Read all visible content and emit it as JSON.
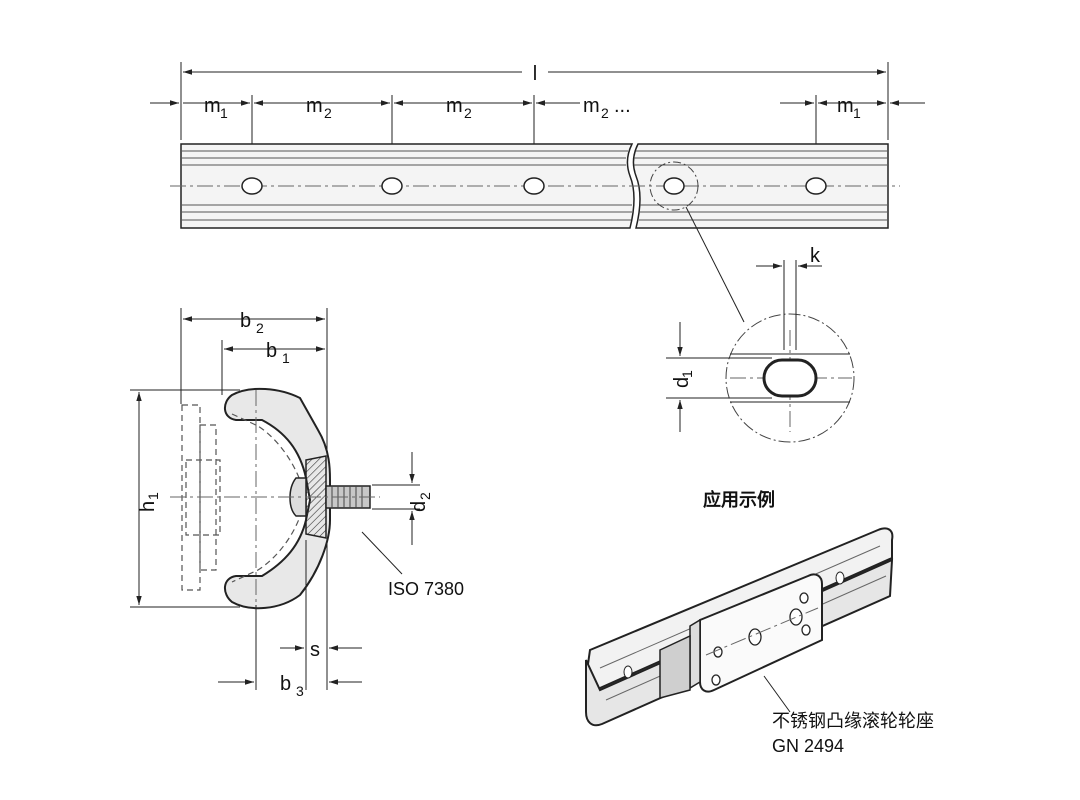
{
  "labels": {
    "l": "l",
    "m1_left": "m",
    "m1_left_sub": "1",
    "m2_a": "m",
    "m2_a_sub": "2",
    "m2_b": "m",
    "m2_b_sub": "2",
    "m2_c": "m",
    "m2_c_sub": "2",
    "m2_c_suffix": "...",
    "m1_right": "m",
    "m1_right_sub": "1",
    "k": "k",
    "d1": "d",
    "d1_sub": "1",
    "b2": "b",
    "b2_sub": "2",
    "b1": "b",
    "b1_sub": "1",
    "h1": "h",
    "h1_sub": "1",
    "d2": "d",
    "d2_sub": "2",
    "s": "s",
    "b3": "b",
    "b3_sub": "3",
    "iso": "ISO 7380",
    "application_heading": "应用示例",
    "roller_name": "不锈钢凸缘滚轮轮座",
    "roller_code": "GN 2494"
  },
  "colors": {
    "line": "#222222",
    "rail_fill": "#f4f4f4",
    "section_fill": "#e8e8e8"
  }
}
